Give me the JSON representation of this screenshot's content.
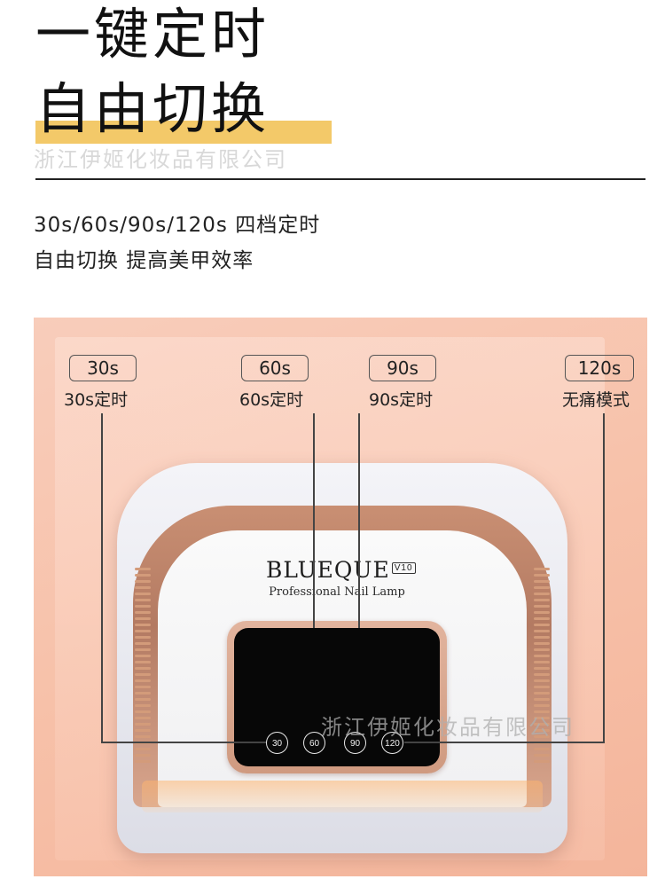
{
  "header": {
    "line1": "一键定时",
    "line2": "自由切换",
    "watermark_top": "浙江伊姬化妆品有限公司"
  },
  "description": {
    "line1": "30s/60s/90s/120s 四档定时",
    "line2": "自由切换 提高美甲效率"
  },
  "callouts": [
    {
      "tag": "30s",
      "caption": "30s定时"
    },
    {
      "tag": "60s",
      "caption": "60s定时"
    },
    {
      "tag": "90s",
      "caption": "90s定时"
    },
    {
      "tag": "120s",
      "caption": "无痛模式"
    }
  ],
  "lamp": {
    "brand": "BLUEQUE",
    "model": "V10",
    "subtitle": "Professional Nail Lamp",
    "buttons": [
      "30",
      "60",
      "90",
      "120"
    ]
  },
  "watermark_bottom": "浙江伊姬化妆品有限公司",
  "colors": {
    "highlight": "#f3c969",
    "panel_bg": "#f7c1a9",
    "lamp_accent": "#c98f73",
    "screen": "#070707"
  }
}
